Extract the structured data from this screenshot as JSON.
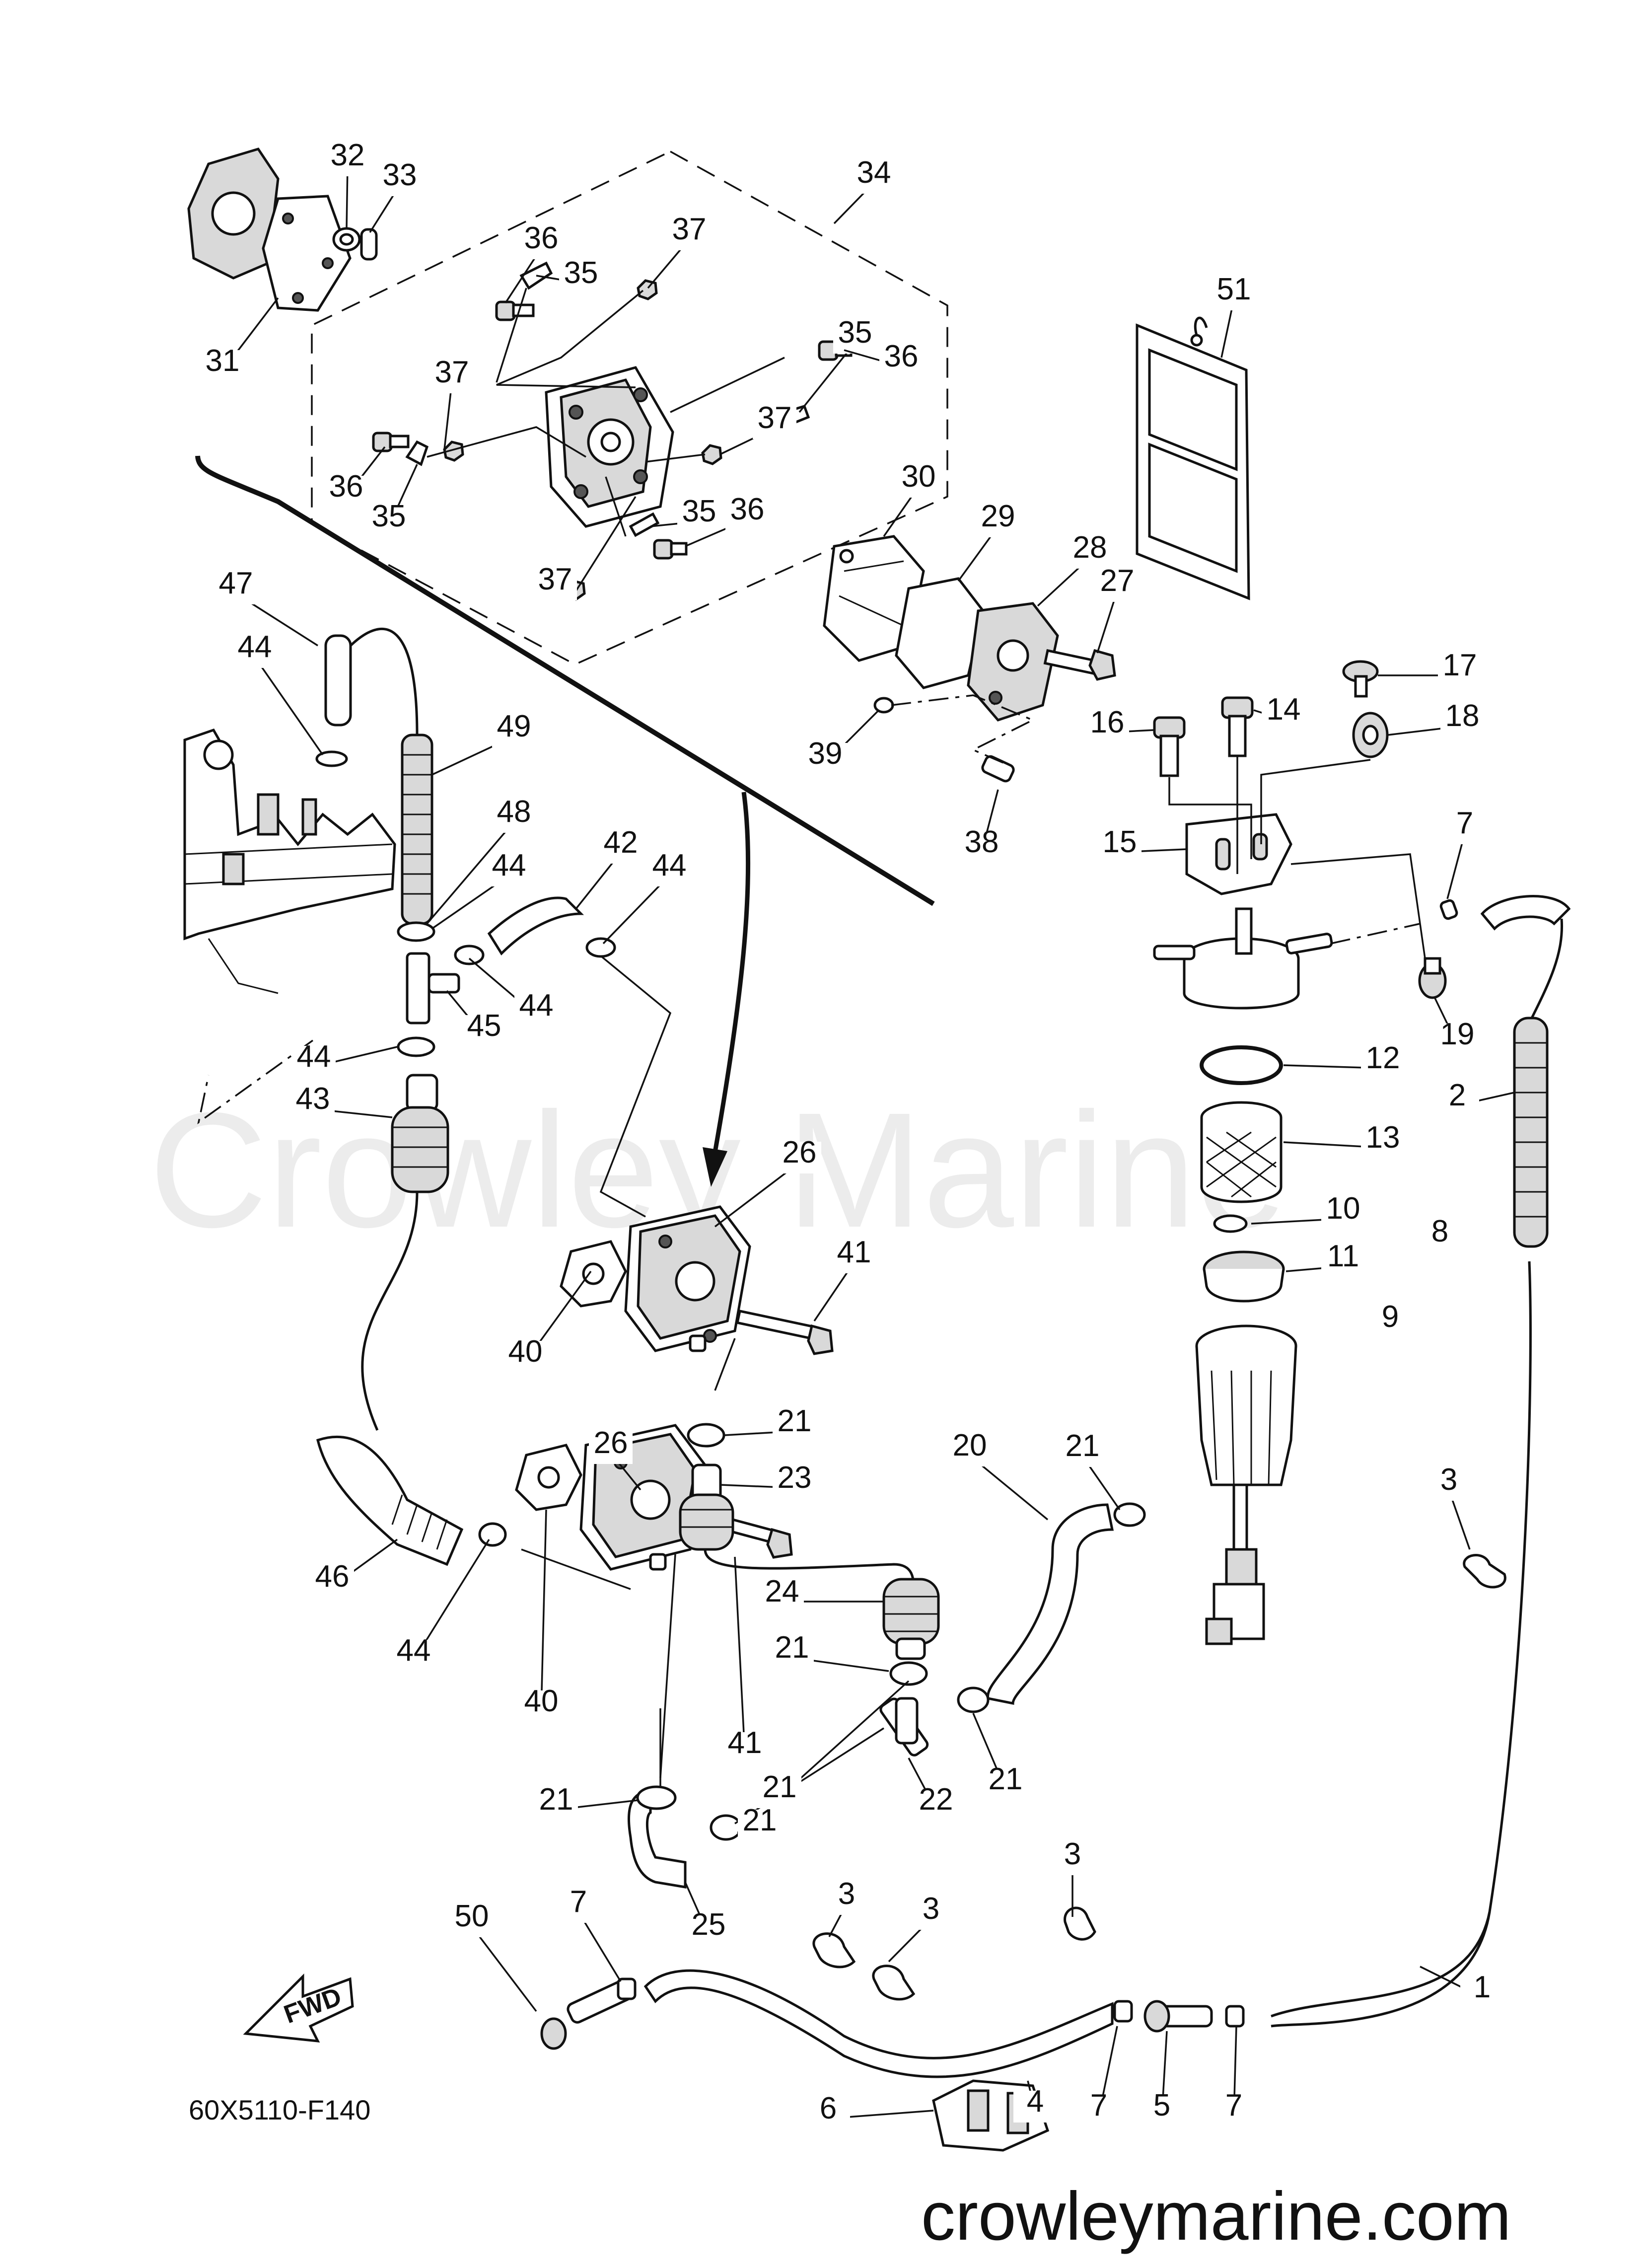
{
  "watermark": "Crowley Marine",
  "website": "crowleymarine.com",
  "diagram_code": "60X5110-F140",
  "fwd_label": "FWD",
  "callouts": [
    {
      "label": "1"
    },
    {
      "label": "2"
    },
    {
      "label": "3"
    },
    {
      "label": "3"
    },
    {
      "label": "3"
    },
    {
      "label": "3"
    },
    {
      "label": "4"
    },
    {
      "label": "5"
    },
    {
      "label": "6"
    },
    {
      "label": "7"
    },
    {
      "label": "7"
    },
    {
      "label": "7"
    },
    {
      "label": "7"
    },
    {
      "label": "8"
    },
    {
      "label": "9"
    },
    {
      "label": "10"
    },
    {
      "label": "11"
    },
    {
      "label": "12"
    },
    {
      "label": "13"
    },
    {
      "label": "14"
    },
    {
      "label": "15"
    },
    {
      "label": "16"
    },
    {
      "label": "17"
    },
    {
      "label": "18"
    },
    {
      "label": "19"
    },
    {
      "label": "20"
    },
    {
      "label": "21"
    },
    {
      "label": "21"
    },
    {
      "label": "21"
    },
    {
      "label": "21"
    },
    {
      "label": "21"
    },
    {
      "label": "21"
    },
    {
      "label": "21"
    },
    {
      "label": "22"
    },
    {
      "label": "23"
    },
    {
      "label": "24"
    },
    {
      "label": "25"
    },
    {
      "label": "26"
    },
    {
      "label": "26"
    },
    {
      "label": "27"
    },
    {
      "label": "28"
    },
    {
      "label": "29"
    },
    {
      "label": "30"
    },
    {
      "label": "31"
    },
    {
      "label": "32"
    },
    {
      "label": "33"
    },
    {
      "label": "34"
    },
    {
      "label": "35"
    },
    {
      "label": "35"
    },
    {
      "label": "35"
    },
    {
      "label": "35"
    },
    {
      "label": "36"
    },
    {
      "label": "36"
    },
    {
      "label": "36"
    },
    {
      "label": "36"
    },
    {
      "label": "37"
    },
    {
      "label": "37"
    },
    {
      "label": "37"
    },
    {
      "label": "37"
    },
    {
      "label": "38"
    },
    {
      "label": "39"
    },
    {
      "label": "40"
    },
    {
      "label": "40"
    },
    {
      "label": "41"
    },
    {
      "label": "41"
    },
    {
      "label": "42"
    },
    {
      "label": "43"
    },
    {
      "label": "44"
    },
    {
      "label": "44"
    },
    {
      "label": "44"
    },
    {
      "label": "44"
    },
    {
      "label": "44"
    },
    {
      "label": "44"
    },
    {
      "label": "45"
    },
    {
      "label": "46"
    },
    {
      "label": "47"
    },
    {
      "label": "48"
    },
    {
      "label": "49"
    },
    {
      "label": "50"
    },
    {
      "label": "51"
    }
  ]
}
